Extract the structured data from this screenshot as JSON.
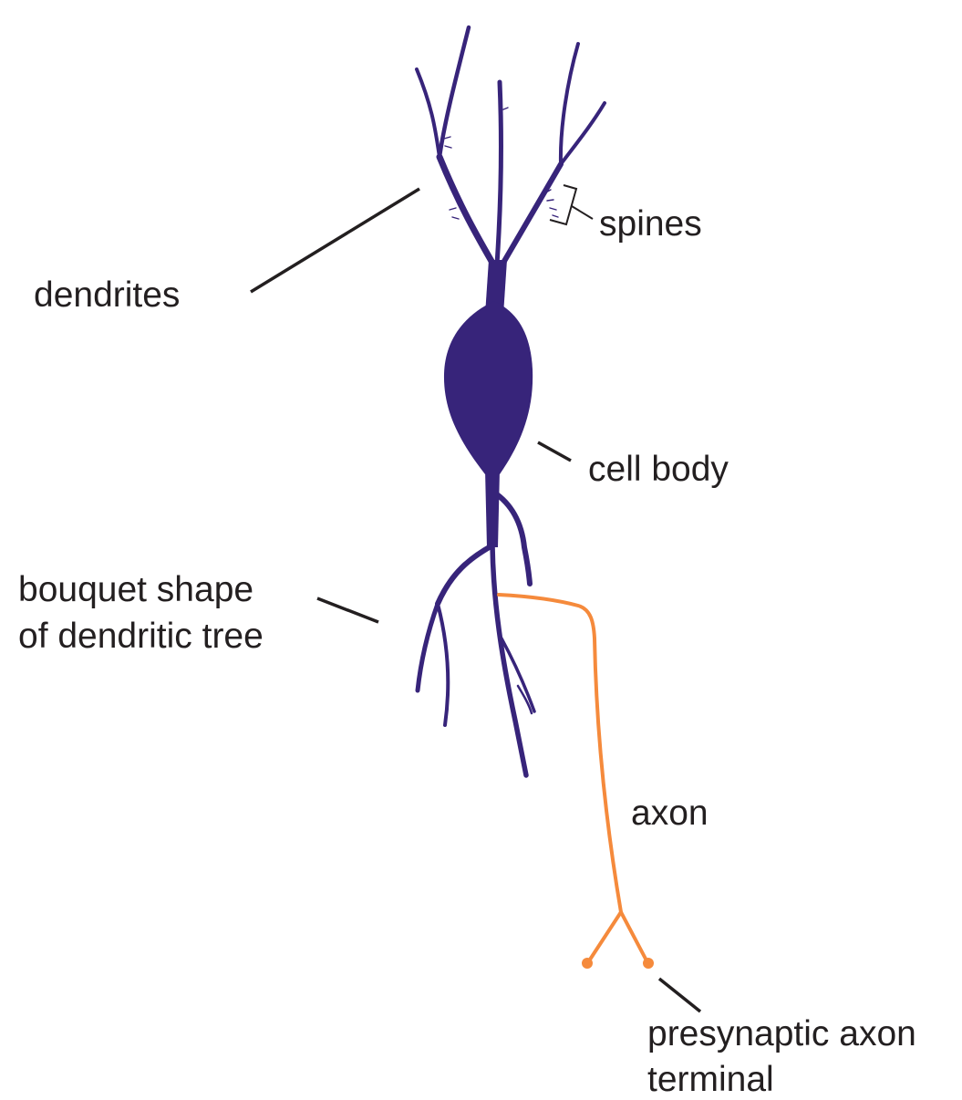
{
  "colors": {
    "neuron": "#37247a",
    "axon": "#f58a3c",
    "text": "#231f20"
  },
  "labels": {
    "dendrites": "dendrites",
    "spines": "spines",
    "cell_body": "cell body",
    "bouquet_line1": "bouquet shape",
    "bouquet_line2": "of dendritic tree",
    "axon": "axon",
    "terminal_line1": "presynaptic axon",
    "terminal_line2": "terminal"
  }
}
